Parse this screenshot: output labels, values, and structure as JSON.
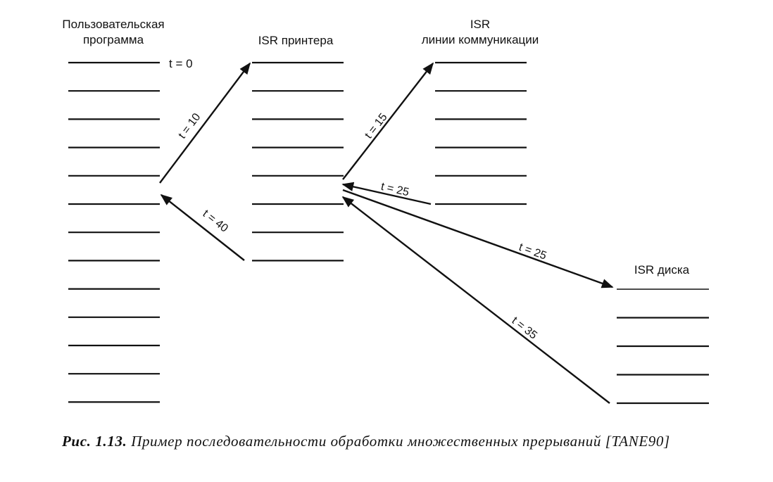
{
  "columns": [
    {
      "id": "user",
      "title_lines": [
        "Пользовательская",
        "программа"
      ],
      "line_count": 13
    },
    {
      "id": "printer",
      "title_lines": [
        "ISR принтера"
      ],
      "line_count": 8
    },
    {
      "id": "comm",
      "title_lines": [
        "ISR",
        "линии коммуникации"
      ],
      "line_count": 6
    },
    {
      "id": "disk",
      "title_lines": [
        "ISR диска"
      ],
      "line_count": 5
    }
  ],
  "annotations": {
    "t0": "t = 0"
  },
  "arrows": [
    {
      "id": "user-to-printer",
      "label": "t = 10"
    },
    {
      "id": "printer-to-comm",
      "label": "t = 15"
    },
    {
      "id": "comm-to-printer",
      "label": "t = 25"
    },
    {
      "id": "printer-to-disk",
      "label": "t = 25"
    },
    {
      "id": "disk-to-printer",
      "label": "t = 35"
    },
    {
      "id": "printer-to-user",
      "label": "t = 40"
    }
  ],
  "caption": {
    "figure_number": "Рис. 1.13.",
    "text": "Пример последовательности обработки множественных прерываний [TANE90]"
  },
  "colors": {
    "ink": "#111111",
    "background": "#ffffff"
  }
}
